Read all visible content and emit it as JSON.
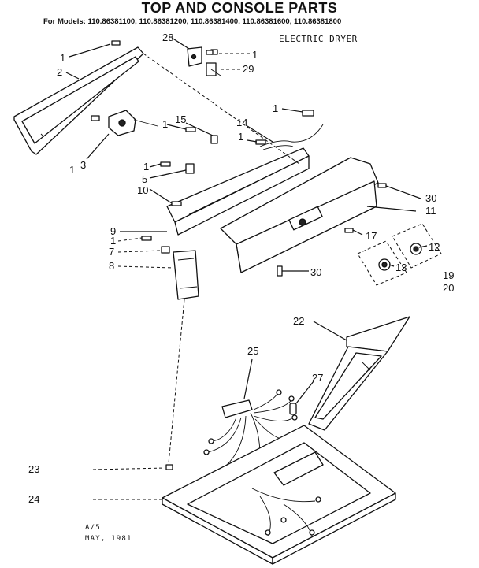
{
  "title": "TOP AND CONSOLE PARTS",
  "models": "For Models: 110.86381100, 110.86381200, 110.86381400, 110.86381600, 110.86381800",
  "subtitle": "ELECTRIC DRYER",
  "footer": {
    "line1": "A/5",
    "line2": "MAY, 1981"
  },
  "callouts": {
    "c1a": "1",
    "c2": "2",
    "c28": "28",
    "c1b": "1",
    "c29": "29",
    "c1c": "1",
    "c3": "3",
    "c1d": "1",
    "c15": "15",
    "c14": "14",
    "c1e": "1",
    "c1f": "1",
    "c5": "5",
    "c10": "10",
    "c30a": "30",
    "c11": "11",
    "c9": "9",
    "c1g": "1",
    "c7": "7",
    "c8": "8",
    "c17": "17",
    "c12": "12",
    "c13": "13",
    "c30b": "30",
    "c19": "19",
    "c20": "20",
    "c22": "22",
    "c25": "25",
    "c27": "27",
    "c23": "23",
    "c24": "24"
  }
}
